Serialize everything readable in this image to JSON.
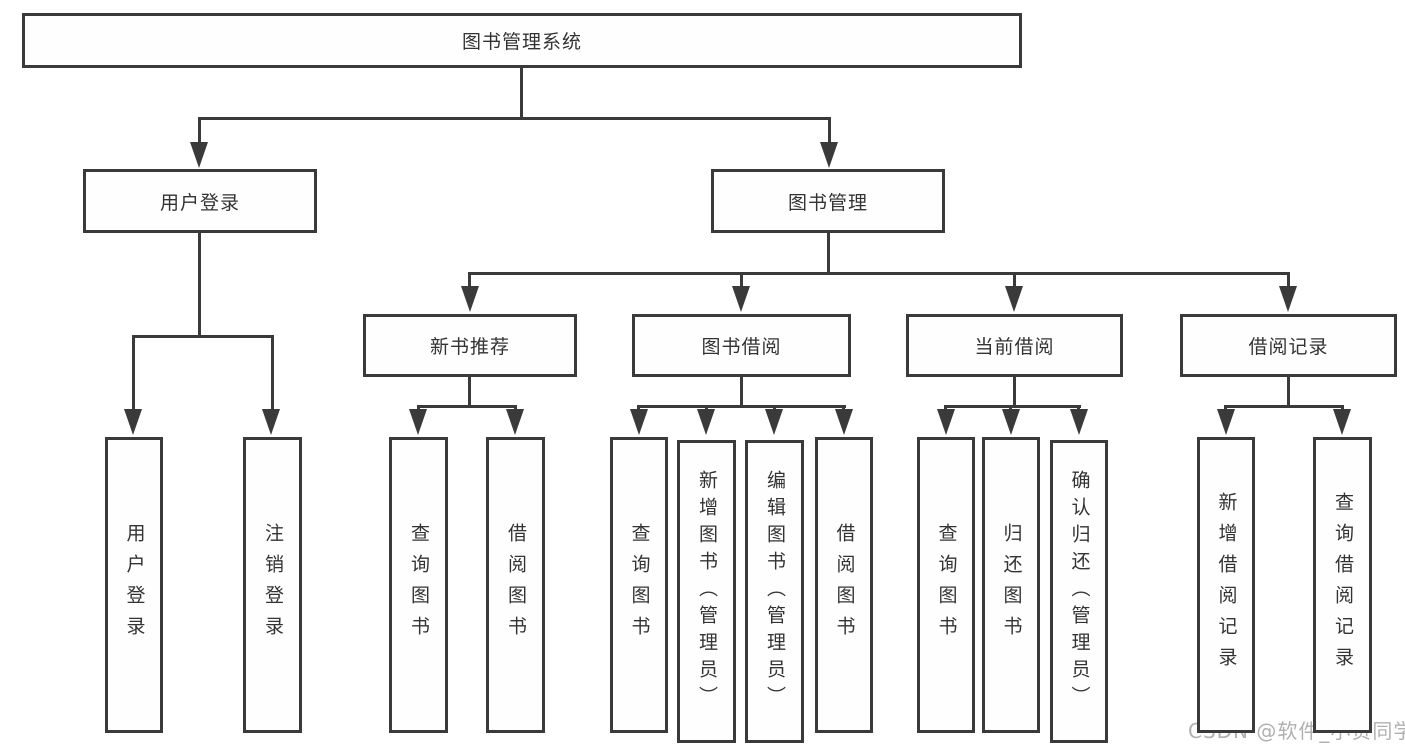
{
  "diagram": {
    "root": "图书管理系统",
    "level2": {
      "user_login": "用户登录",
      "book_mgmt": "图书管理"
    },
    "level3": {
      "new_books": "新书推荐",
      "borrowing": "图书借阅",
      "current": "当前借阅",
      "records": "借阅记录"
    },
    "leaves": {
      "login": "用户登录",
      "logout": "注销登录",
      "nb_query": "查询图书",
      "nb_borrow": "借阅图书",
      "bw_query": "查询图书",
      "bw_add": "新增图书（管理员）",
      "bw_edit": "编辑图书（管理员）",
      "bw_borrow": "借阅图书",
      "cu_query": "查询图书",
      "cu_return": "归还图书",
      "cu_confirm": "确认归还（管理员）",
      "rc_add": "新增借阅记录",
      "rc_query": "查询借阅记录"
    }
  },
  "watermark": "CSDN @软件_小贺同学",
  "colors": {
    "line": "#3a3a3a",
    "text": "#333333",
    "watermark": "#b0b0b0",
    "background": "#ffffff"
  }
}
